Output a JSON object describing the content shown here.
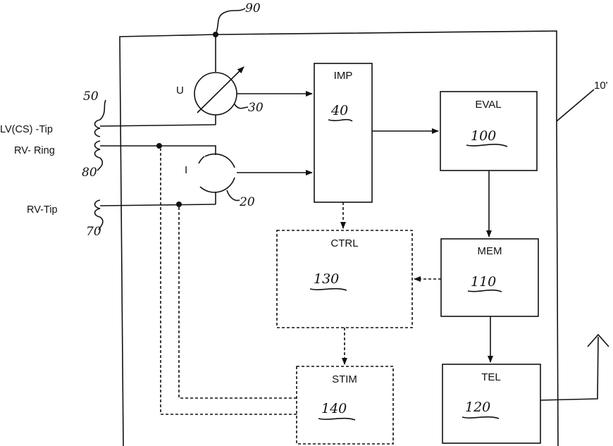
{
  "device_ref": "10'",
  "leads": {
    "lv_tip": "LV(CS) -Tip",
    "rv_ring": "RV- Ring",
    "rv_tip": "RV-Tip"
  },
  "lead_refs": {
    "lv_tip": "50",
    "rv_ring": "80",
    "rv_tip": "70",
    "top_node": "90"
  },
  "sensors": {
    "voltage_label": "U",
    "voltage_ref": "30",
    "current_label": "I",
    "current_ref": "20"
  },
  "blocks": {
    "imp": {
      "label": "IMP",
      "ref": "40"
    },
    "eval": {
      "label": "EVAL",
      "ref": "100"
    },
    "mem": {
      "label": "MEM",
      "ref": "110"
    },
    "tel": {
      "label": "TEL",
      "ref": "120"
    },
    "ctrl": {
      "label": "CTRL",
      "ref": "130"
    },
    "stim": {
      "label": "STIM",
      "ref": "140"
    }
  }
}
